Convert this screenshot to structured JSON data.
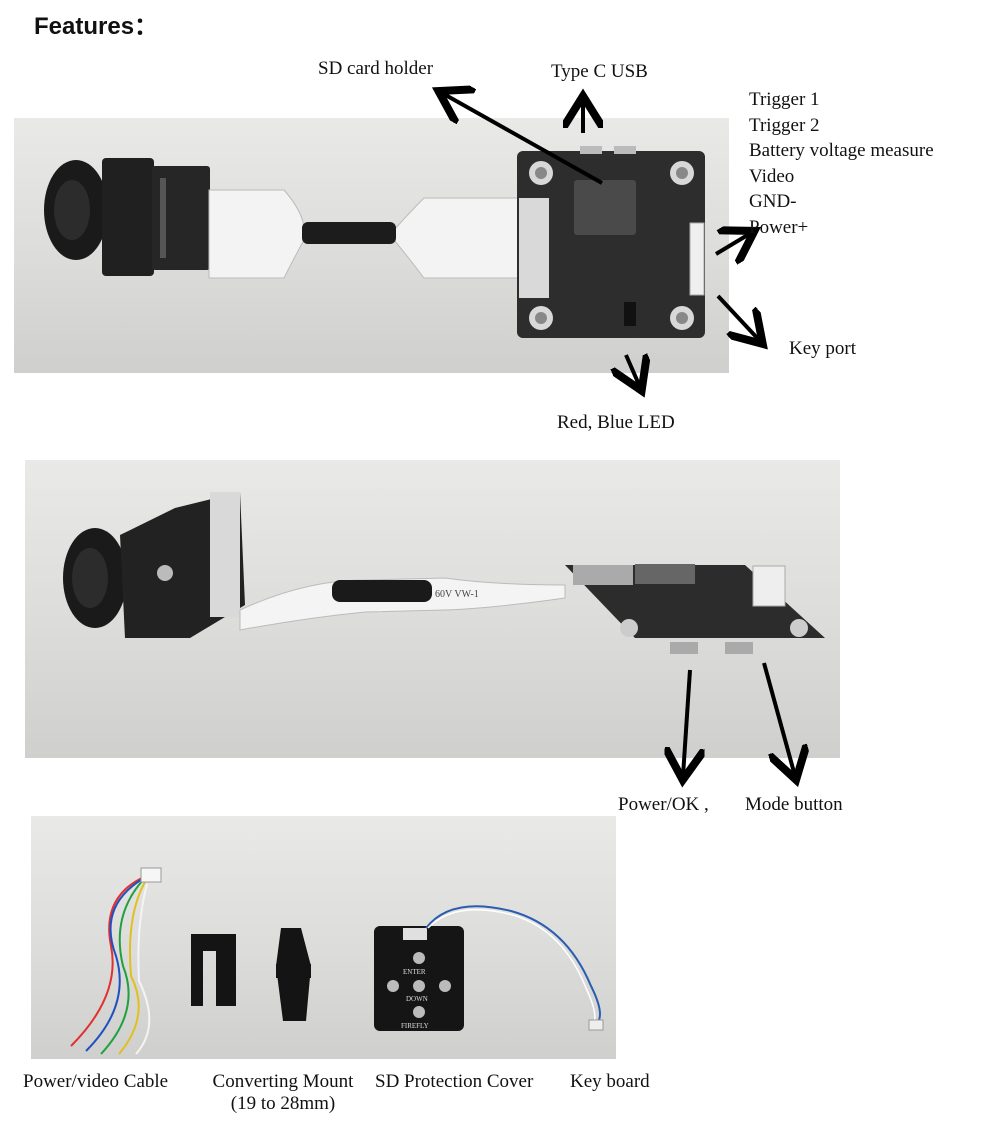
{
  "title": "Features：",
  "top_labels": {
    "sd_card_holder": "SD card holder",
    "type_c_usb": "Type C USB",
    "key_port": "Key port",
    "led": "Red, Blue LED"
  },
  "port_pins": [
    "Trigger 1",
    "Trigger 2",
    "Battery voltage measure",
    "Video",
    "GND-",
    "Power+"
  ],
  "middle_labels": {
    "power_ok": "Power/OK ,",
    "mode_button": "Mode button"
  },
  "accessories": {
    "power_video_cable": "Power/video Cable",
    "converting_mount": "Converting Mount",
    "converting_mount_range": "(19 to 28mm)",
    "sd_protection_cover": "SD Protection Cover",
    "key_board": "Key board"
  },
  "keyboard_silk": {
    "enter": "ENTER",
    "down": "DOWN",
    "brand": "FIREFLY"
  },
  "cable_print": "60V VW-1"
}
